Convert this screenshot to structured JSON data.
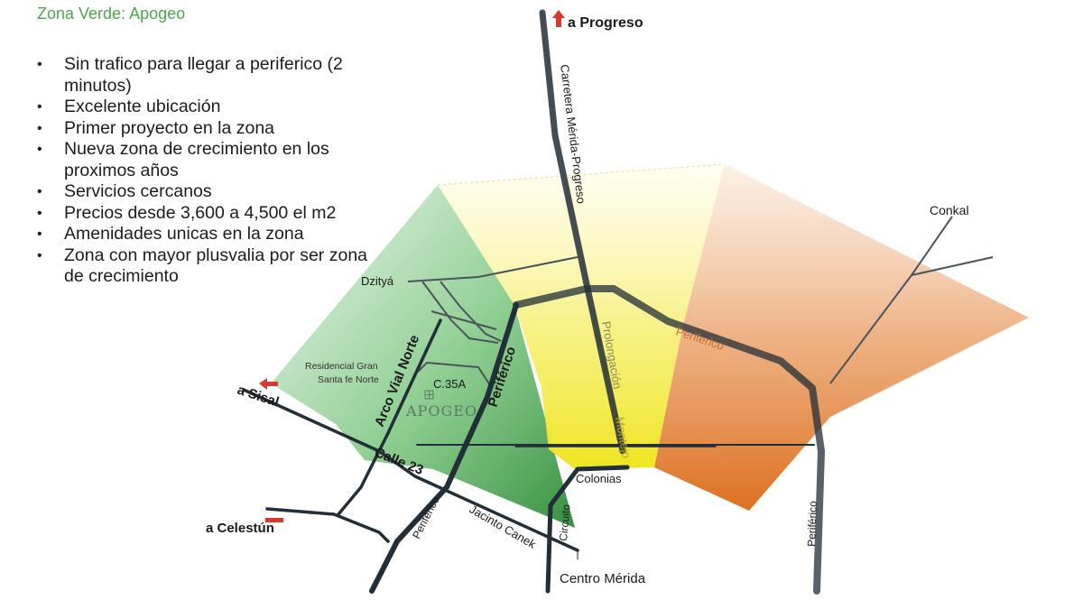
{
  "header": {
    "title": "Zona Verde: Apogeo"
  },
  "features": [
    "Sin trafico para llegar a  periferico (2 minutos)",
    "Excelente ubicación",
    "Primer proyecto en la zona",
    "Nueva zona de crecimiento en los proximos años",
    "Servicios cercanos",
    "Precios desde 3,600 a 4,500 el m2",
    "Amenidades unicas en la zona",
    "Zona con mayor plusvalia  por ser zona de crecimiento"
  ],
  "map": {
    "destinations": {
      "progreso": "a Progreso",
      "sisal": "a Sisal",
      "celestun": "a Celestún"
    },
    "roads": {
      "carretera": "Carretera Mérida-Progreso",
      "prolongacion": "Prolongación",
      "montejo": "Montejo",
      "periferico": "Periférico",
      "periferico_lower": "Periferico",
      "arco_vial": "Arco Vial Norte",
      "calle23": "Calle 23",
      "c35a": "C.35A",
      "jacinto": "Jacinto Canek",
      "circuito": "Circuito",
      "colonias": "Colonias"
    },
    "places": {
      "dzitya": "Dzityá",
      "conkal": "Conkal",
      "residencial": "Residencial Gran",
      "residencial_2": "Santa fe Norte",
      "centro": "Centro Mérida"
    },
    "project_logo": "APOGEO",
    "colors": {
      "green_zone": "#2e8b3c",
      "yellow_zone": "#f0e531",
      "orange_zone": "#e07a22",
      "road": "#1f2a33",
      "arrow": "#d9392c",
      "title_green": "#4aa84a"
    }
  }
}
